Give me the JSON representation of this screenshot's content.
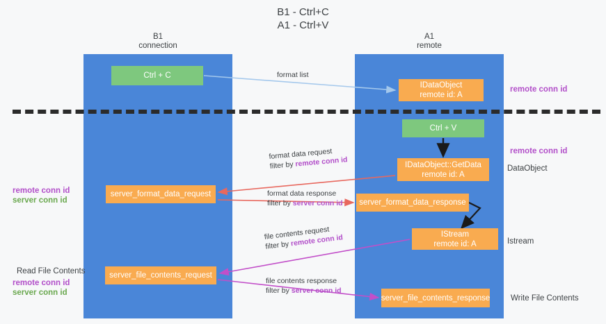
{
  "title": "B1 - Ctrl+C\nA1 - Ctrl+V",
  "lanes": [
    {
      "name": "b1",
      "header": "B1\nconnection"
    },
    {
      "name": "a1",
      "header": "A1\nremote"
    }
  ],
  "nodes": {
    "ctrl_c": "Ctrl + C",
    "idataobject": "IDataObject\nremote id: A",
    "ctrl_v": "Ctrl + V",
    "getdata": "IDataObject::GetData\nremote id: A",
    "server_format_data_request": "server_format_data_request",
    "server_format_data_response": "server_format_data_response",
    "istream": "IStream\nremote id: A",
    "server_file_contents_request": "server_file_contents_request",
    "server_file_contents_response": "server_file_contents_response"
  },
  "edges": {
    "format_list": "format list",
    "format_data_request": "format data request",
    "format_data_request_filter_prefix": "filter by ",
    "format_data_request_filter_value": "remote conn id",
    "format_data_response": "format data response",
    "format_data_response_filter_prefix": "filter by ",
    "format_data_response_filter_value": "server conn id",
    "file_contents_request": "file contents request",
    "file_contents_request_filter_prefix": "filter by ",
    "file_contents_request_filter_value": "remote conn id",
    "file_contents_response": "file contents response",
    "file_contents_response_filter_prefix": "filter by ",
    "file_contents_response_filter_value": "server conn id"
  },
  "annotations": {
    "remote_conn_id_top": "remote conn id",
    "remote_conn_id_mid": "remote conn id",
    "dataobject": "DataObject",
    "istream": "Istream",
    "write_file_contents": "Write File Contents",
    "read_file_contents": "Read File Contents",
    "left_remote_conn_id_1": "remote conn id",
    "left_server_conn_id_1": "server conn id",
    "left_remote_conn_id_2": "remote conn id",
    "left_server_conn_id_2": "server conn id"
  },
  "colors": {
    "background": "#f7f8f9",
    "lane": "#4a86d8",
    "node_green": "#7ec87e",
    "node_orange": "#f9ab50",
    "separator": "#2b2b2b",
    "arrow_blue": "#a4c8ec",
    "arrow_red": "#e8685e",
    "arrow_magenta": "#c24fc9",
    "arrow_black": "#1a1a1a",
    "text_purple": "#b24fc9",
    "text_green": "#6aa84f",
    "text_dark": "#3c4043"
  }
}
